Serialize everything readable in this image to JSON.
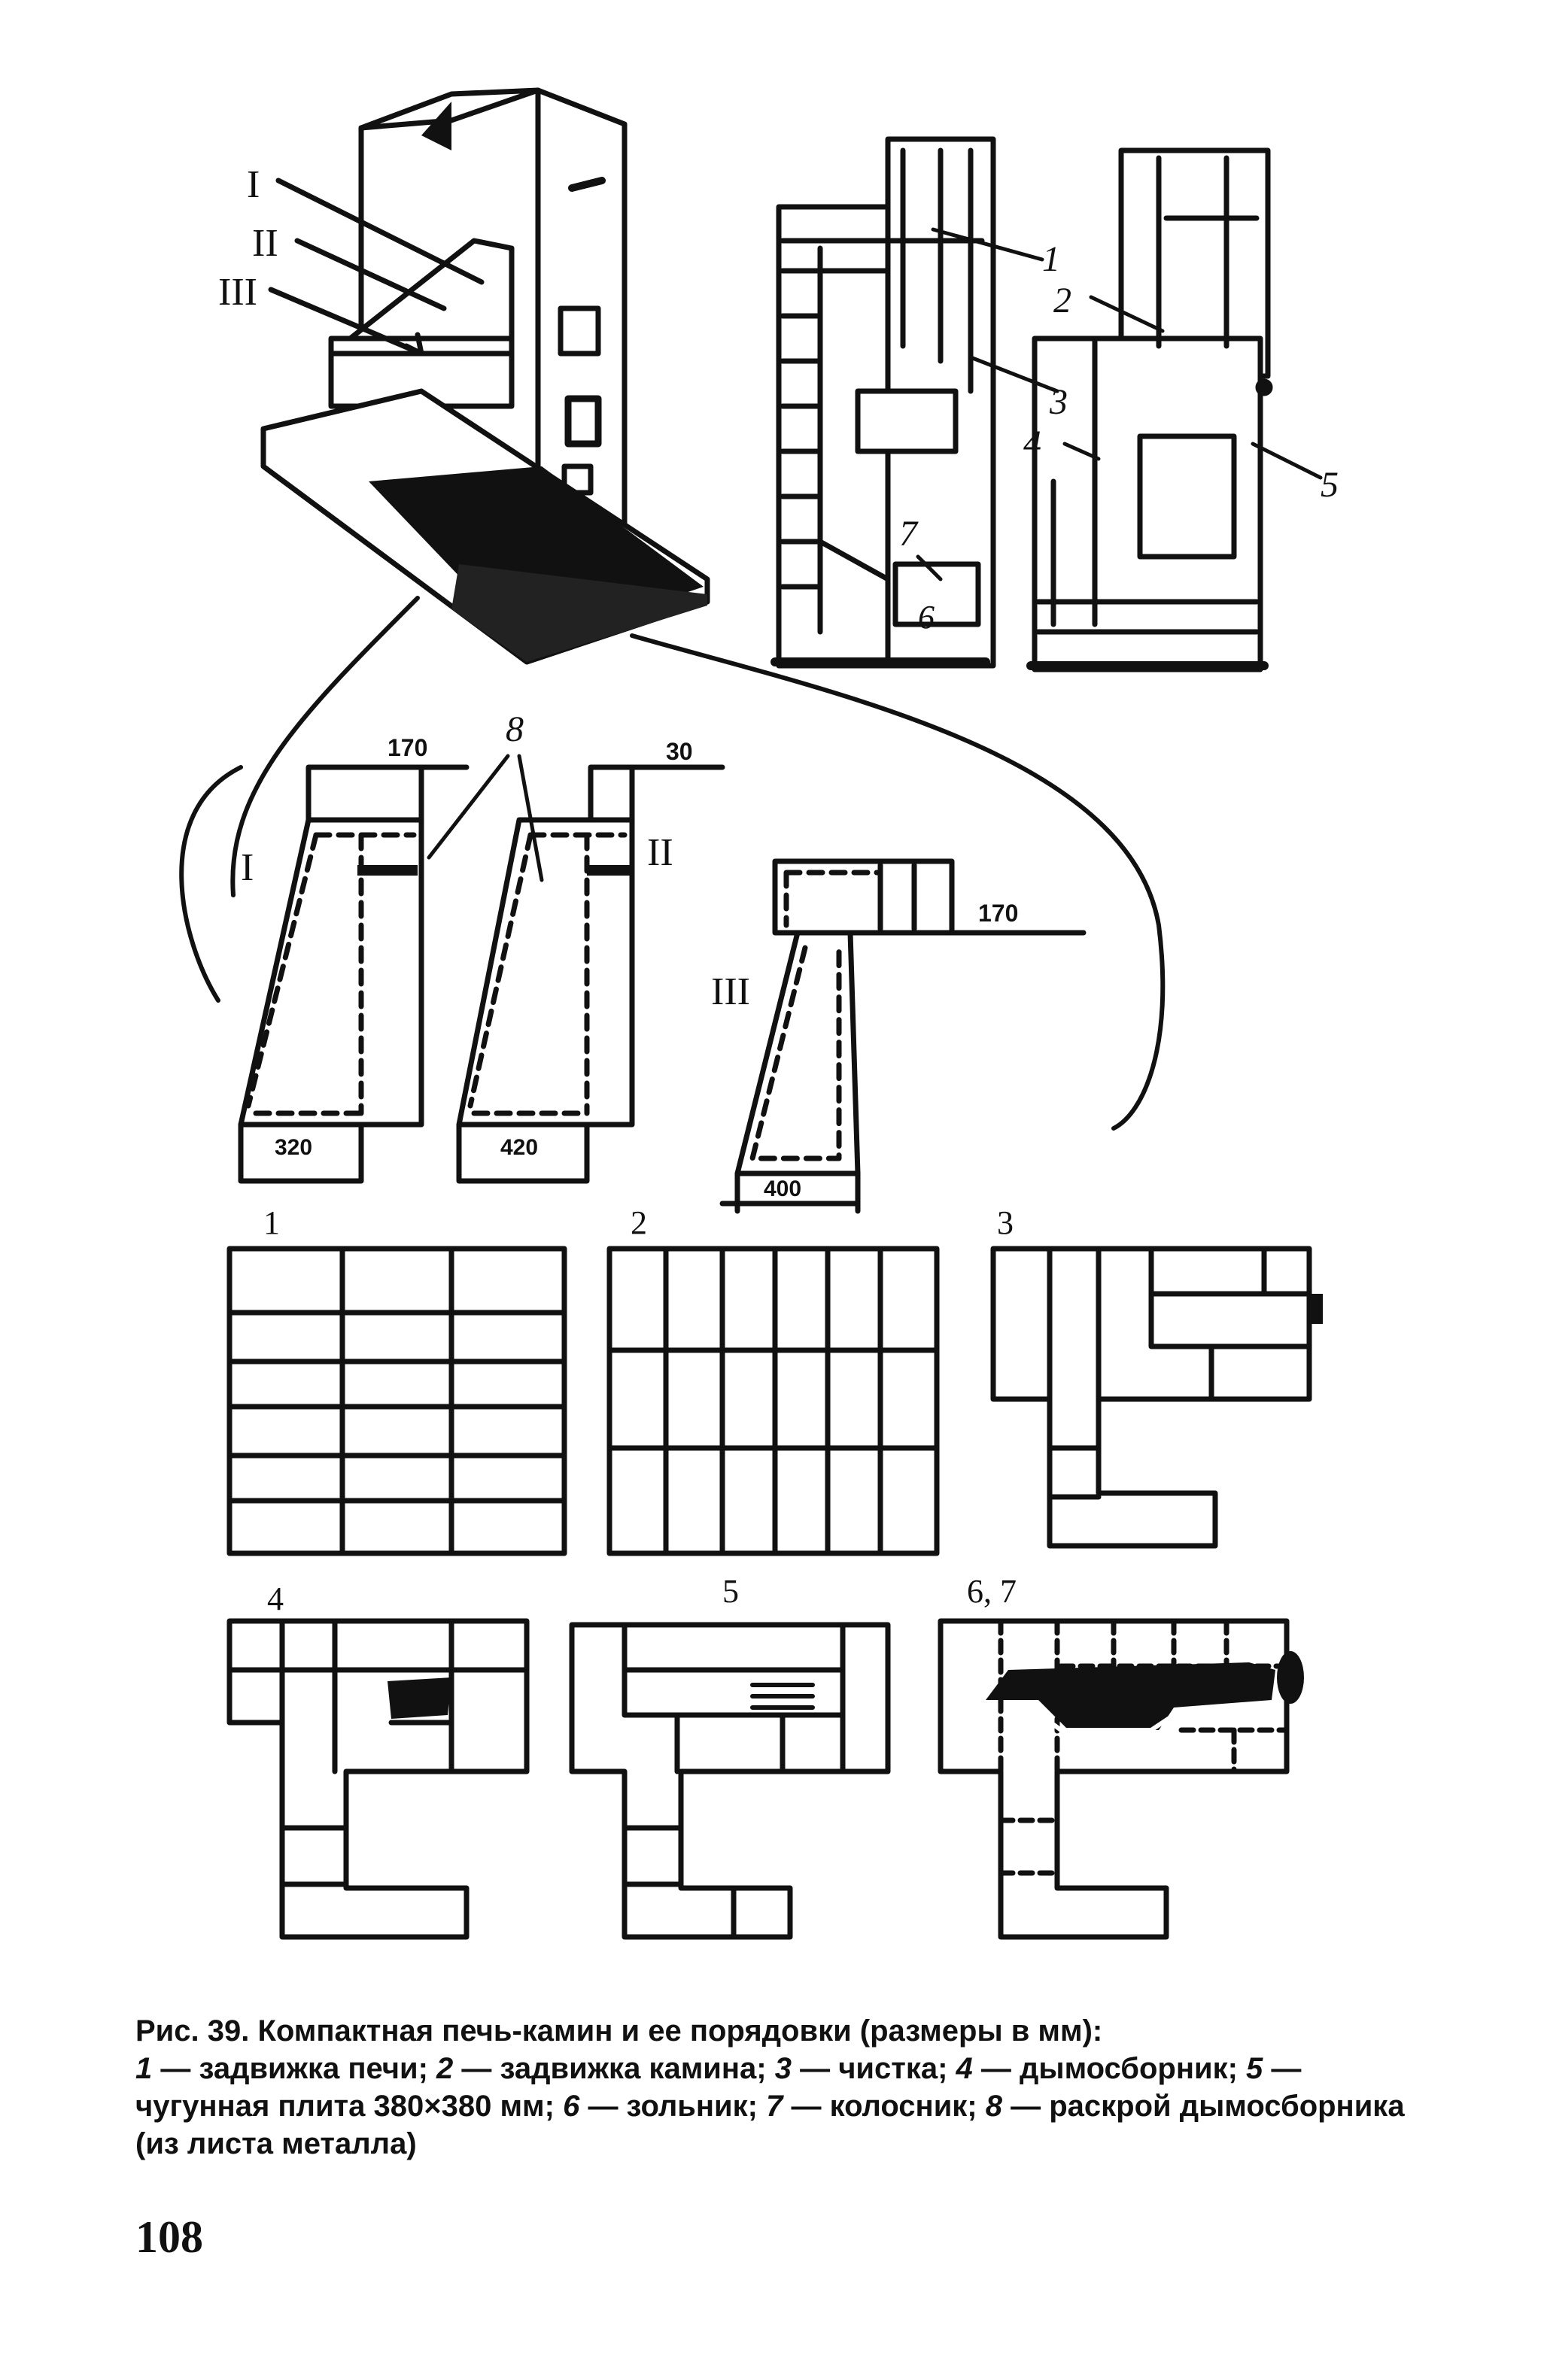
{
  "figure": {
    "labels": {
      "roman_I": "I",
      "roman_II": "II",
      "roman_III": "III",
      "part_1": "1",
      "part_2": "2",
      "part_3": "3",
      "part_4": "4",
      "part_5": "5",
      "part_6": "6",
      "part_7": "7",
      "part_8": "8"
    },
    "dimensions": {
      "d170_top": "170",
      "d30": "30",
      "d170_right": "170",
      "d320": "320",
      "d420": "420",
      "d400": "400"
    },
    "rows": {
      "r1": "1",
      "r2": "2",
      "r3": "3",
      "r4": "4",
      "r5": "5",
      "r67": "6, 7"
    }
  },
  "caption": {
    "title": "Рис. 39. Компактная печь-камин и ее порядовки (размеры в мм):",
    "items": [
      {
        "num": "1",
        "text": " — задвижка печи; "
      },
      {
        "num": "2",
        "text": " — задвижка камина; "
      },
      {
        "num": "3",
        "text": " — чистка; "
      },
      {
        "num": "4",
        "text": " — дымосборник; "
      },
      {
        "num": "5",
        "text": " — чугунная плита 380×380 мм; "
      },
      {
        "num": "6",
        "text": " — зольник; "
      },
      {
        "num": "7",
        "text": " — колосник; "
      },
      {
        "num": "8",
        "text": " — раскрой дымосборника (из листа металла)"
      }
    ]
  },
  "page_number": "108"
}
